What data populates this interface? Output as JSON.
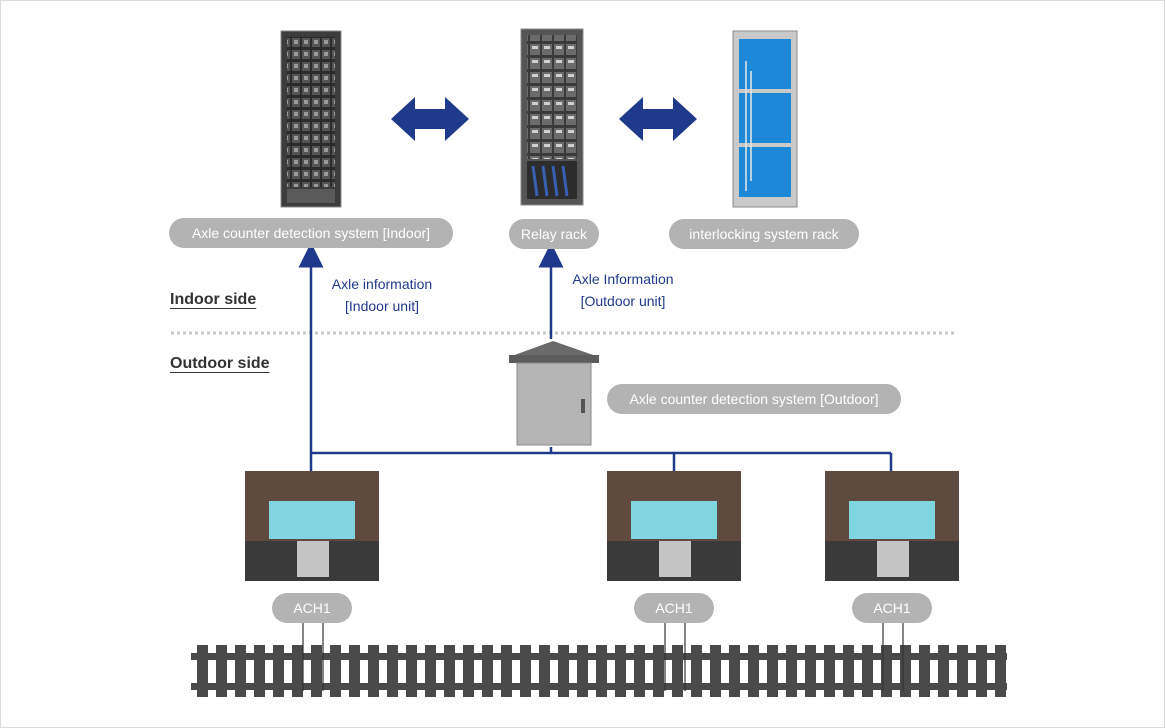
{
  "labels": {
    "indoor_system": "Axle counter detection system [Indoor]",
    "relay_rack": "Relay rack",
    "interlocking_rack": "interlocking system rack",
    "outdoor_system": "Axle counter detection system [Outdoor]",
    "sensors": [
      "ACH1",
      "ACH1",
      "ACH1"
    ]
  },
  "sides": {
    "indoor": "Indoor side",
    "outdoor": "Outdoor side"
  },
  "flows": {
    "indoor": {
      "line1": "Axle information",
      "line2": "[Indoor unit]"
    },
    "outdoor": {
      "line1": "Axle Information",
      "line2": "[Outdoor unit]"
    }
  },
  "colors": {
    "arrow": "#1f3a8a",
    "pill": "#b3b3b3",
    "rack_blue": "#1e88d8",
    "rail": "#4a4a4a",
    "sensor": "#7fd6e0"
  }
}
